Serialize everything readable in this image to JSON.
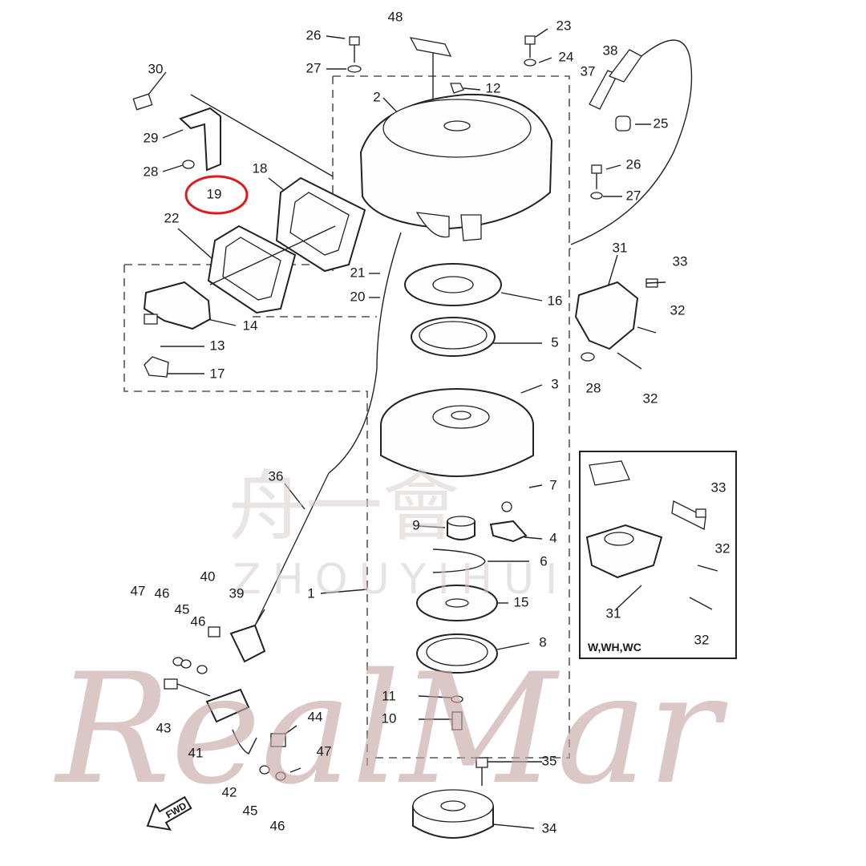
{
  "callouts": [
    {
      "id": "c48",
      "text": "48"
    },
    {
      "id": "c26a",
      "text": "26"
    },
    {
      "id": "c27a",
      "text": "27"
    },
    {
      "id": "c23",
      "text": "23"
    },
    {
      "id": "c24",
      "text": "24"
    },
    {
      "id": "c38",
      "text": "38"
    },
    {
      "id": "c37",
      "text": "37"
    },
    {
      "id": "c30",
      "text": "30"
    },
    {
      "id": "c12",
      "text": "12"
    },
    {
      "id": "c2",
      "text": "2"
    },
    {
      "id": "c25",
      "text": "25"
    },
    {
      "id": "c29",
      "text": "29"
    },
    {
      "id": "c18",
      "text": "18"
    },
    {
      "id": "c26b",
      "text": "26"
    },
    {
      "id": "c28a",
      "text": "28"
    },
    {
      "id": "c27b",
      "text": "27"
    },
    {
      "id": "c19",
      "text": "19"
    },
    {
      "id": "c22",
      "text": "22"
    },
    {
      "id": "c31a",
      "text": "31"
    },
    {
      "id": "c33a",
      "text": "33"
    },
    {
      "id": "c21",
      "text": "21"
    },
    {
      "id": "c20",
      "text": "20"
    },
    {
      "id": "c16",
      "text": "16"
    },
    {
      "id": "c32a",
      "text": "32"
    },
    {
      "id": "c14",
      "text": "14"
    },
    {
      "id": "c5",
      "text": "5"
    },
    {
      "id": "c13",
      "text": "13"
    },
    {
      "id": "c17",
      "text": "17"
    },
    {
      "id": "c28b",
      "text": "28"
    },
    {
      "id": "c32b",
      "text": "32"
    },
    {
      "id": "c3",
      "text": "3"
    },
    {
      "id": "c36",
      "text": "36"
    },
    {
      "id": "c7",
      "text": "7"
    },
    {
      "id": "c33b",
      "text": "33"
    },
    {
      "id": "c9",
      "text": "9"
    },
    {
      "id": "c4",
      "text": "4"
    },
    {
      "id": "c32c",
      "text": "32"
    },
    {
      "id": "c6",
      "text": "6"
    },
    {
      "id": "c40",
      "text": "40"
    },
    {
      "id": "c47a",
      "text": "47"
    },
    {
      "id": "c46a",
      "text": "46"
    },
    {
      "id": "c39",
      "text": "39"
    },
    {
      "id": "c1",
      "text": "1"
    },
    {
      "id": "c45a",
      "text": "45"
    },
    {
      "id": "c15",
      "text": "15"
    },
    {
      "id": "c46b",
      "text": "46"
    },
    {
      "id": "c31b",
      "text": "31"
    },
    {
      "id": "c32d",
      "text": "32"
    },
    {
      "id": "c8",
      "text": "8"
    },
    {
      "id": "c43",
      "text": "43"
    },
    {
      "id": "c11",
      "text": "11"
    },
    {
      "id": "c10",
      "text": "10"
    },
    {
      "id": "c44",
      "text": "44"
    },
    {
      "id": "c47b",
      "text": "47"
    },
    {
      "id": "c41",
      "text": "41"
    },
    {
      "id": "c42",
      "text": "42"
    },
    {
      "id": "c35",
      "text": "35"
    },
    {
      "id": "c45b",
      "text": "45"
    },
    {
      "id": "c46c",
      "text": "46"
    },
    {
      "id": "c34",
      "text": "34"
    }
  ],
  "inset_note": "W,WH,WC",
  "fwd_arrow_label": "FWD",
  "highlight": {
    "part": "19",
    "color": "#e01a1a"
  },
  "watermarks": {
    "chinese": "舟一會",
    "latin": "ZHOUYIHUI",
    "script": "RealMar",
    "script_color": "#c7a5a5"
  }
}
